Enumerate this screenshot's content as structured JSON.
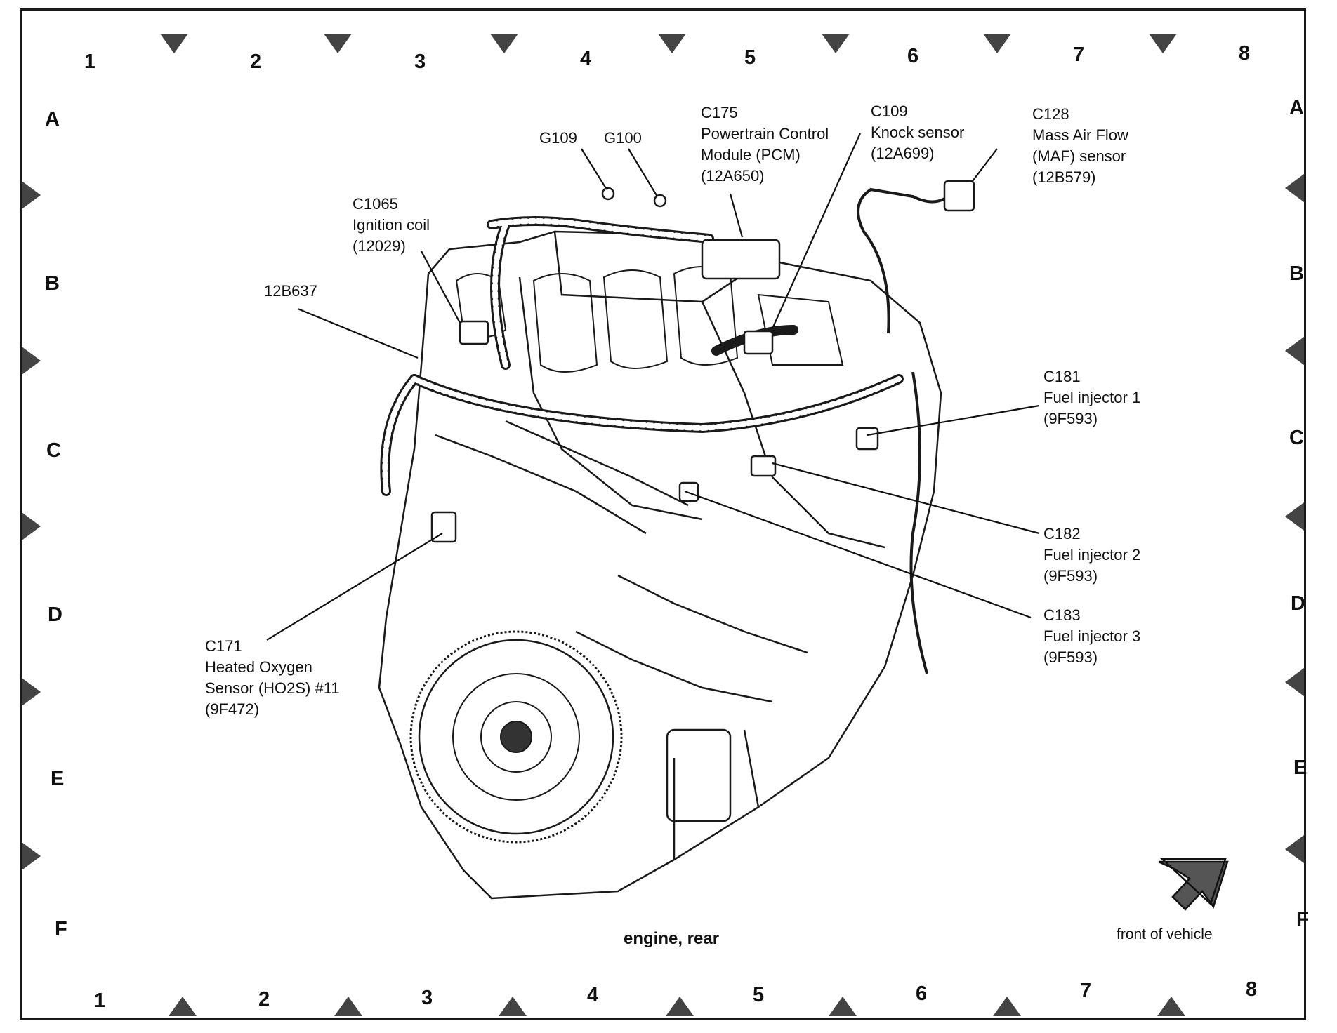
{
  "grid": {
    "top_numbers": [
      "1",
      "2",
      "3",
      "4",
      "5",
      "6",
      "7",
      "8"
    ],
    "bottom_numbers": [
      "1",
      "2",
      "3",
      "4",
      "5",
      "6",
      "7",
      "8"
    ],
    "left_letters": [
      "A",
      "B",
      "C",
      "D",
      "E",
      "F"
    ],
    "right_letters": [
      "A",
      "B",
      "C",
      "D",
      "E",
      "F"
    ]
  },
  "callouts": {
    "g109": "G109",
    "g100": "G100",
    "c175": {
      "code": "C175",
      "name1": "Powertrain Control",
      "name2": "Module (PCM)",
      "part": "(12A650)"
    },
    "c109": {
      "code": "C109",
      "name": "Knock sensor",
      "part": "(12A699)"
    },
    "c128": {
      "code": "C128",
      "name1": "Mass Air Flow",
      "name2": "(MAF) sensor",
      "part": "(12B579)"
    },
    "c1065": {
      "code": "C1065",
      "name": "Ignition coil",
      "part": "(12029)"
    },
    "h12b637": "12B637",
    "c181": {
      "code": "C181",
      "name": "Fuel injector 1",
      "part": "(9F593)"
    },
    "c182": {
      "code": "C182",
      "name": "Fuel injector 2",
      "part": "(9F593)"
    },
    "c183": {
      "code": "C183",
      "name": "Fuel injector 3",
      "part": "(9F593)"
    },
    "c171": {
      "code": "C171",
      "name1": "Heated Oxygen",
      "name2": "Sensor (HO2S) #11",
      "part": "(9F472)"
    }
  },
  "captions": {
    "view": "engine, rear",
    "orientation": "front of vehicle"
  }
}
